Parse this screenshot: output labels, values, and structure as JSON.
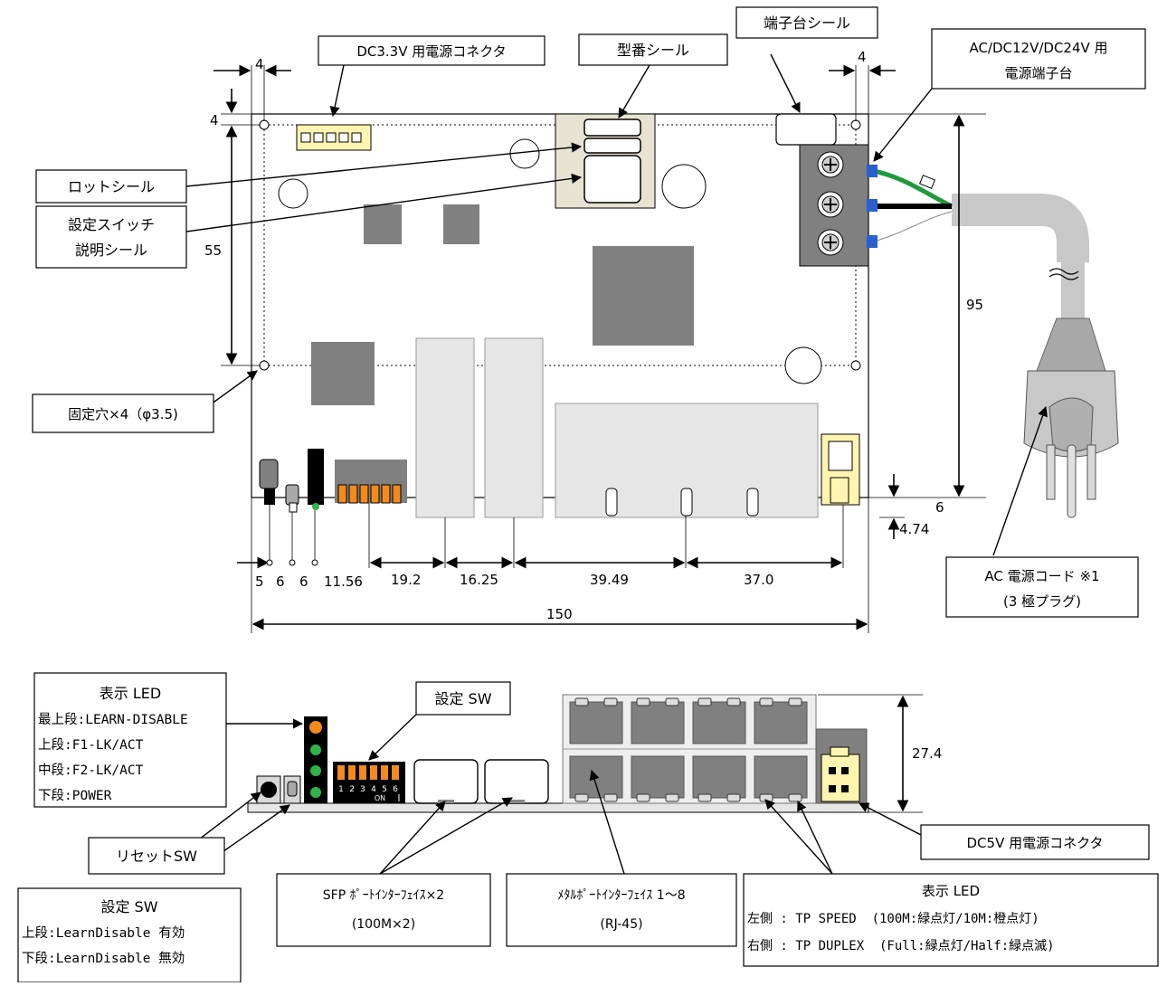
{
  "top_view": {
    "callouts": {
      "dc33_connector": "DC3.3V 用電源コネクタ",
      "model_seal": "型番シール",
      "terminal_seal": "端子台シール",
      "power_terminal_1": "AC/DC12V/DC24V 用",
      "power_terminal_2": "電源端子台",
      "lot_seal": "ロットシール",
      "switch_seal_1": "設定スイッチ",
      "switch_seal_2": "説明シール",
      "mount_holes": "固定穴×4（φ3.5)",
      "ac_cord_1": "AC 電源コード ※1",
      "ac_cord_2": "(3 極プラグ)"
    },
    "dimensions": {
      "left_offset": "4",
      "right_offset": "4",
      "top_offset": "4",
      "hole_spacing_v": "55",
      "height": "95",
      "bottom_a": "6",
      "bottom_b": "4.74",
      "d1": "5",
      "d2": "6",
      "d3": "6",
      "d4": "11.56",
      "d5": "19.2",
      "d6": "16.25",
      "d7": "39.49",
      "d8": "37.0",
      "total_width": "150"
    }
  },
  "front_view": {
    "led_box": {
      "title": "表示 LED",
      "lines": [
        "最上段:LEARN-DISABLE",
        "上段:F1-LK/ACT",
        "中段:F2-LK/ACT",
        "下段:POWER"
      ]
    },
    "dip_label": "設定 SW",
    "dip_numbers": [
      "1",
      "2",
      "3",
      "4",
      "5",
      "6"
    ],
    "dip_on": "ON",
    "height_dim": "27.4",
    "dc5v_connector": "DC5V 用電源コネクタ",
    "reset_sw": "リセットSW",
    "setting_sw_box": {
      "title": "設定 SW",
      "lines": [
        "上段:LearnDisable 有効",
        "下段:LearnDisable 無効"
      ]
    },
    "sfp_box": {
      "line1": "SFP ﾎﾟｰﾄｲﾝﾀｰﾌｪｲｽ×2",
      "line2": "(100M×2)"
    },
    "metal_box": {
      "line1": "ﾒﾀﾙﾎﾟｰﾄｲﾝﾀｰﾌｪｲｽ 1～8",
      "line2": "(RJ-45)"
    },
    "port_led_box": {
      "title": "表示 LED",
      "lines": [
        "左側 : TP SPEED  (100M:緑点灯/10M:橙点灯)",
        "右側 : TP DUPLEX  (Full:緑点灯/Half:緑点滅)"
      ]
    }
  },
  "colors": {
    "led_orange": "#f28a1c",
    "led_green": "#2fb34a",
    "dip_orange": "#f28a1c",
    "wire_green": "#1f9a3a",
    "wire_blue": "#2a5fd0",
    "cord_gray": "#c8c8c8",
    "chip_gray": "#808080",
    "connector_yellow": "#fff4b0"
  }
}
